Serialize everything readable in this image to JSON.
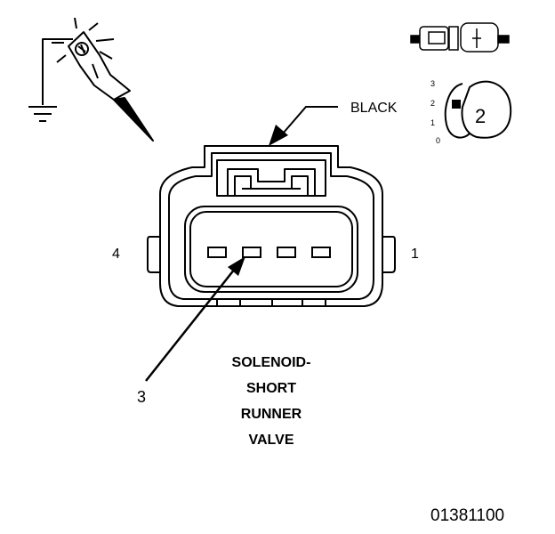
{
  "connector": {
    "color_label": "BLACK",
    "pin_left": "4",
    "pin_right": "1",
    "callout": "3",
    "name_lines": [
      "SOLENOID-",
      "SHORT",
      "RUNNER",
      "VALVE"
    ],
    "cavity_count": 4
  },
  "view_indicator": {
    "scale": [
      "3",
      "2",
      "1",
      "0"
    ],
    "value": "2"
  },
  "figure_id": "01381100",
  "icons": [
    "test-probe-ground-icon",
    "connector-side-view-icon",
    "connector-position-indicator-icon"
  ],
  "colors": {
    "line": "#000000",
    "background": "#ffffff"
  }
}
